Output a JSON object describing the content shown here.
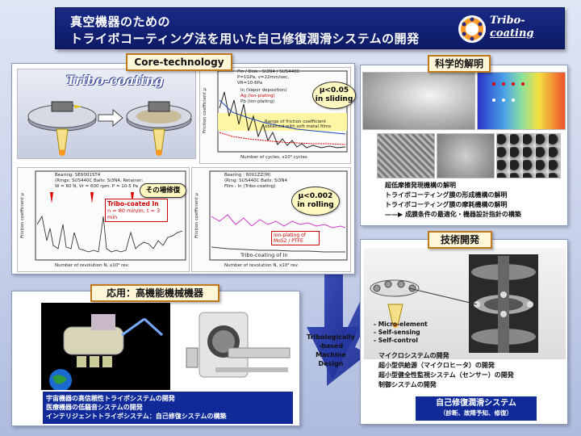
{
  "title": {
    "line1": "真空機器のための",
    "line2": "トライボコーティング法を用いた自己修復潤滑システムの開発",
    "logo_text_1": "Tribo-",
    "logo_text_2": "coating"
  },
  "core": {
    "tag": "Core-technology",
    "fig_label": "Tribo-coating",
    "chart1_legend": {
      "title": "Pin / Disk : Si3N4 / SUS440C",
      "p": "P=1GPa, v=22mm/sec,",
      "vr": "VR=10-6Pa",
      "items": [
        "In (Vapor deposition)",
        "Ag (Ion-plating)",
        "Pb (ion-plating)"
      ],
      "range_note_1": "Range of friction coefficient",
      "range_note_2": "obtained with soft metal films"
    },
    "chart1_axes": {
      "ylabel": "Friction coefficient μ",
      "xlabel": "Number of cycles, x10³ cycles"
    },
    "chart1_callout_1": "μ<0.05",
    "chart1_callout_2": "in sliding",
    "chart2_info": {
      "l1": "Bearing: SE6001ST4",
      "l2": "(Rings: SUS440C Balls: Si3N4, Retainer:",
      "l3": "W = 60 N, Vr = 600 rpm, P = 10-5 Pa"
    },
    "chart2_box_1": "Tribo-coated In",
    "chart2_box_2": "n = 80 min/m, t = 3 min",
    "chart2_axes": {
      "ylabel": "Friction coefficient μ",
      "xlabel": "Number of revolution N, x10⁶ rev."
    },
    "chart2_callout": "その場修復",
    "chart3_info": {
      "l1": "Bearing : 6001ZZ(M)",
      "l2": "(Ring: SUS440C Balls: Si3N4",
      "l3": "Film : In (Tribo-coating)"
    },
    "chart3_callout_1": "μ<0.002",
    "chart3_callout_2": "in rolling",
    "chart3_box_1": "Ion-plating of",
    "chart3_box_2": "MoS2 / PTFE",
    "chart3_label": "Tribo-coating of In",
    "chart3_axes": {
      "ylabel": "Friction coefficient μ",
      "xlabel": "Number of revolution N, x10⁶ rev."
    }
  },
  "science": {
    "tag": "科学的解明",
    "bullets": [
      "超低摩擦発現機構の解明",
      "トライボコーティング膜の形成機構の解明",
      "トライボコーティング膜の摩耗機構の解明"
    ],
    "arrow_line": "成膜条件の最適化・機器設計指針の構築"
  },
  "tech": {
    "tag": "技術開発",
    "features": [
      "- Micro-element",
      "- Self-sensing",
      "- Self-control"
    ],
    "list": [
      "マイクロシステムの開発",
      "超小型供給源（マイクロヒータ）の開発",
      "超小型健全性監視システム（センサー）の開発",
      "制御システムの開発"
    ],
    "system_title": "自己修復潤滑システム",
    "system_sub": "（診断、故障予知、修復）"
  },
  "application": {
    "tag": "応用：高機能機械機器",
    "list": [
      "宇宙機器の高信頼性トライボシステムの開発",
      "医療機器の低騒音システムの開発",
      "インテリジェントトライボシステム：自己修復システムの構築"
    ]
  },
  "center_label": [
    "Tribologically",
    "-based",
    "Machine",
    "Design"
  ],
  "colors": {
    "title_bg": "#0d1a66",
    "arrow": "#1a2a9a",
    "tag_border": "#c07a1c",
    "blue_box": "#102a9a"
  }
}
